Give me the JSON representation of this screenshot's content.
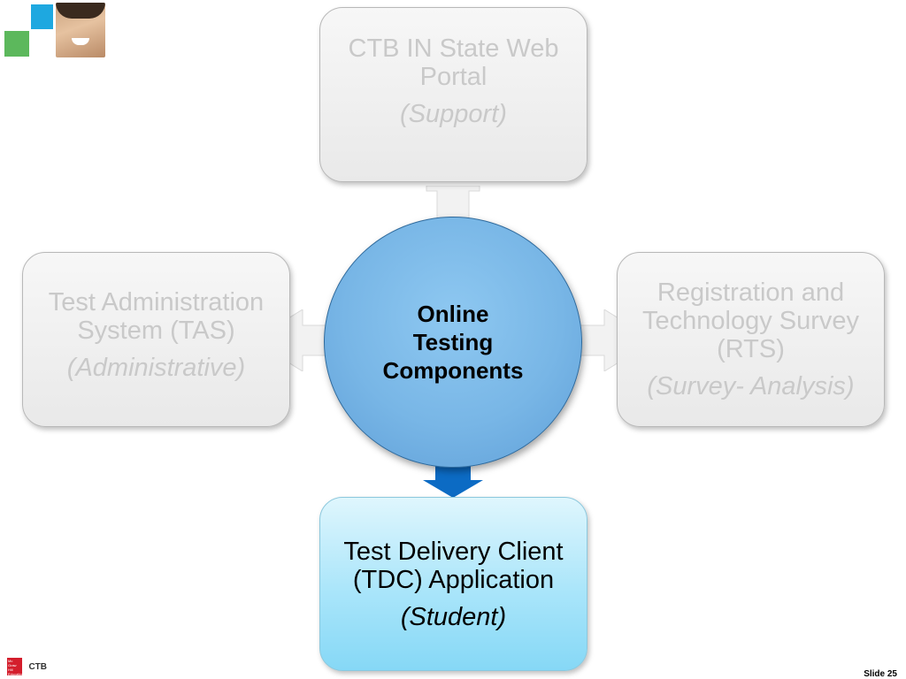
{
  "diagram": {
    "center": {
      "lines": [
        "Online",
        "Testing",
        "Components"
      ],
      "fill_color": "#78b6e6"
    },
    "top": {
      "lines": [
        "CTB IN State Web",
        "Portal"
      ],
      "sub": "(Support)"
    },
    "left": {
      "lines": [
        "Test Administration",
        "System (TAS)"
      ],
      "sub": "(Administrative)"
    },
    "right": {
      "lines": [
        "Registration and",
        "Technology Survey",
        "(RTS)"
      ],
      "sub": "(Survey- Analysis)"
    },
    "bottom": {
      "lines": [
        "Test Delivery Client",
        "(TDC) Application"
      ],
      "sub": "(Student)",
      "highlight_color": "#86d8f6"
    },
    "active_arrow_color": "#0c6bc4",
    "inactive_arrow_color": "#f0f0f0"
  },
  "footer": {
    "publisher_mark": "Mc Graw Hill Education",
    "brand": "CTB",
    "slide_number": "Slide 25"
  }
}
